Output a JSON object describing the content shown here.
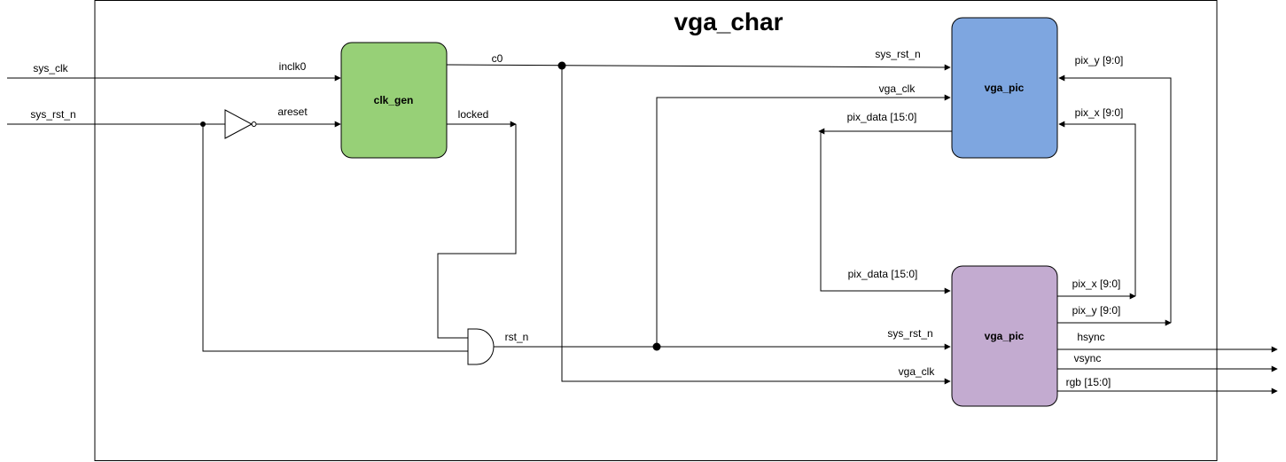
{
  "title": "vga_char",
  "colors": {
    "clk_gen_fill": "#97d077",
    "vga_pic_top_fill": "#7ea6e0",
    "vga_pic_bottom_fill": "#c3abd0",
    "line": "#000000",
    "background": "#ffffff"
  },
  "blocks": {
    "clk_gen": "clk_gen",
    "vga_pic_top": "vga_pic",
    "vga_pic_bottom": "vga_pic"
  },
  "gates": [
    "not",
    "and"
  ],
  "labels": {
    "sys_clk": "sys_clk",
    "sys_rst_n_in": "sys_rst_n",
    "inclk0": "inclk0",
    "areset": "areset",
    "c0": "c0",
    "locked": "locked",
    "rst_n": "rst_n",
    "top_sys_rst_n": "sys_rst_n",
    "top_vga_clk": "vga_clk",
    "top_pix_data": "pix_data [15:0]",
    "top_pix_y": "pix_y [9:0]",
    "top_pix_x": "pix_x [9:0]",
    "bot_pix_data": "pix_data [15:0]",
    "bot_sys_rst_n": "sys_rst_n",
    "bot_vga_clk": "vga_clk",
    "bot_pix_x": "pix_x [9:0]",
    "bot_pix_y": "pix_y [9:0]",
    "hsync": "hsync",
    "vsync": "vsync",
    "rgb": "rgb [15:0]"
  }
}
